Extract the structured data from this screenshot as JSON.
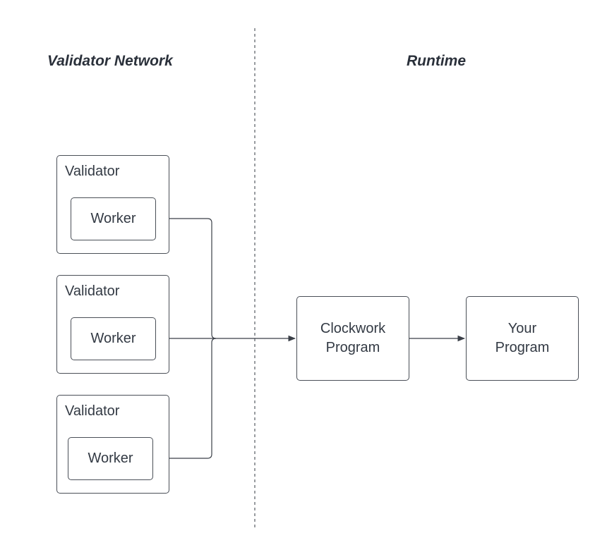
{
  "headings": {
    "left": "Validator Network",
    "right": "Runtime"
  },
  "validators": [
    {
      "label": "Validator",
      "worker": "Worker"
    },
    {
      "label": "Validator",
      "worker": "Worker"
    },
    {
      "label": "Validator",
      "worker": "Worker"
    }
  ],
  "clockwork": {
    "line1": "Clockwork",
    "line2": "Program"
  },
  "your_program": {
    "line1": "Your",
    "line2": "Program"
  },
  "colors": {
    "stroke": "#4a4f57",
    "text": "#333a44",
    "divider": "#555a62"
  }
}
